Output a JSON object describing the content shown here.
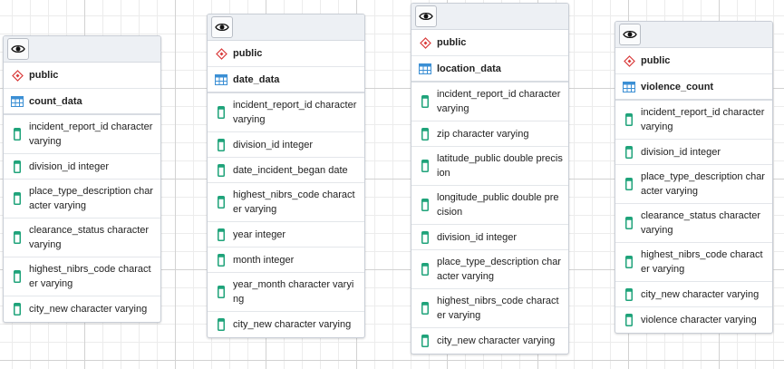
{
  "tables": [
    {
      "schema": "public",
      "name": "count_data",
      "columns": [
        "incident_report_id character varying",
        "division_id integer",
        "place_type_description character varying",
        "clearance_status character varying",
        "highest_nibrs_code character varying",
        "city_new character varying"
      ]
    },
    {
      "schema": "public",
      "name": "date_data",
      "columns": [
        "incident_report_id character varying",
        "division_id integer",
        "date_incident_began date",
        "highest_nibrs_code character varying",
        "year integer",
        "month integer",
        "year_month character varying",
        "city_new character varying"
      ]
    },
    {
      "schema": "public",
      "name": "location_data",
      "columns": [
        "incident_report_id character varying",
        "zip character varying",
        "latitude_public double precision",
        "longitude_public double precision",
        "division_id integer",
        "place_type_description character varying",
        "highest_nibrs_code character varying",
        "city_new character varying"
      ]
    },
    {
      "schema": "public",
      "name": "violence_count",
      "columns": [
        "incident_report_id character varying",
        "division_id integer",
        "place_type_description character varying",
        "clearance_status character varying",
        "highest_nibrs_code character varying",
        "city_new character varying",
        "violence character varying"
      ]
    }
  ]
}
